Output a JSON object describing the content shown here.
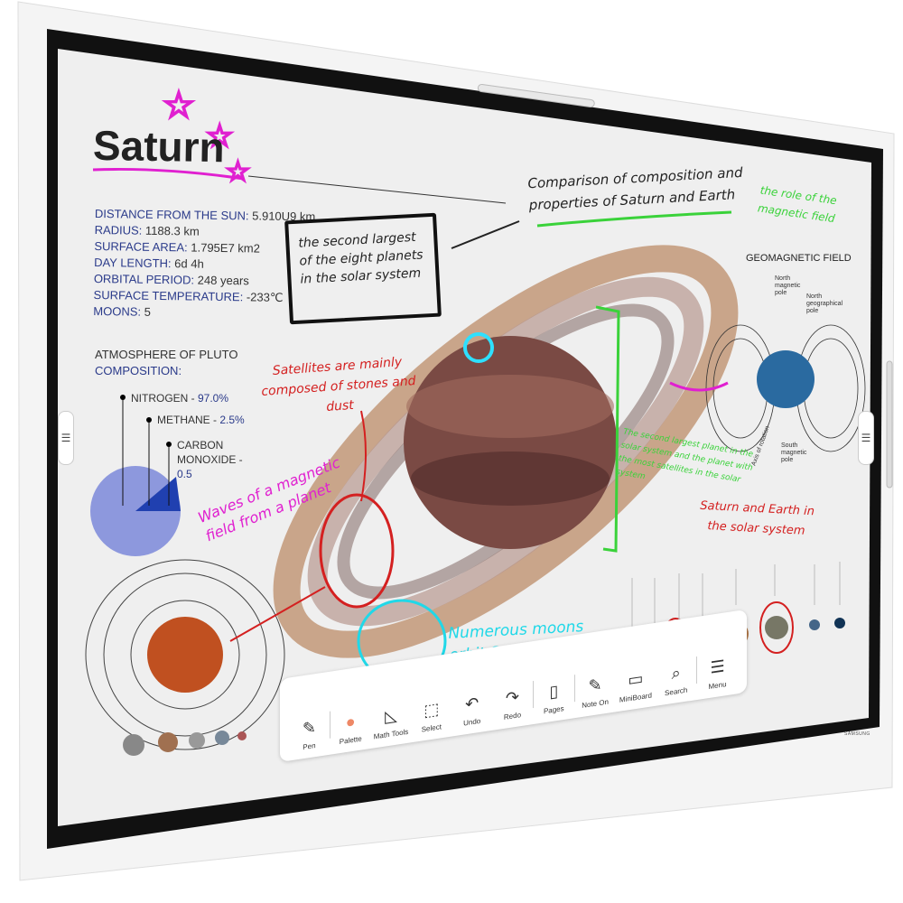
{
  "title": "Saturn",
  "facts": [
    {
      "label": "DISTANCE FROM THE SUN:",
      "value": "5.910U9 km"
    },
    {
      "label": "RADIUS:",
      "value": "1188.3 km"
    },
    {
      "label": "SURFACE AREA:",
      "value": "1.795E7 km2"
    },
    {
      "label": "DAY LENGTH:",
      "value": "6d 4h"
    },
    {
      "label": "ORBITAL PERIOD:",
      "value": "248 years"
    },
    {
      "label": "SURFACE TEMPERATURE:",
      "value": "-233℃"
    },
    {
      "label": "MOONS:",
      "value": "5"
    }
  ],
  "atmosphere": {
    "heading": "ATMOSPHERE OF PLUTO",
    "sub": "COMPOSITION:",
    "items": [
      {
        "name": "NITROGEN - ",
        "pct": "97.0%"
      },
      {
        "name": "METHANE - ",
        "pct": "2.5%"
      },
      {
        "name": "CARBON MONOXIDE - ",
        "pct": "0.5"
      }
    ]
  },
  "notes": {
    "box": "the second largest of the eight planets in the solar system",
    "comparison": "Comparison of composition and properties of Saturn and Earth",
    "role": "the role of the magnetic field",
    "satellites": "Satellites are mainly composed of stones and dust",
    "waves": "Waves of a magnetic field from a planet",
    "moons": "Numerous moons orbit Saturn",
    "green": "The second largest planet in the solar system and the planet with the most satellites in the solar system",
    "saturn_earth": "Saturn and Earth in the solar system"
  },
  "geo": {
    "title": "GEOMAGNETIC FIELD",
    "north_mag": "North magnetic pole",
    "north_geo": "North geographical pole",
    "south_mag": "South magnetic pole",
    "axis": "Axis of rotation"
  },
  "toolbar": [
    "Pen",
    "Palette",
    "Math Tools",
    "Select",
    "Undo",
    "Redo",
    "Pages",
    "Note On",
    "MiniBoard",
    "Search",
    "Menu"
  ],
  "toolbar_icons": [
    "✎",
    "●",
    "◺",
    "⬚",
    "↶",
    "↷",
    "▯",
    "✎",
    "▭",
    "⌕",
    "☰"
  ],
  "brand": "SAMSUNG",
  "colors": {
    "magenta": "#e020d0",
    "red": "#d42020",
    "green": "#3ad23a",
    "cyan": "#20d8e8",
    "navy": "#2a3a8a"
  }
}
